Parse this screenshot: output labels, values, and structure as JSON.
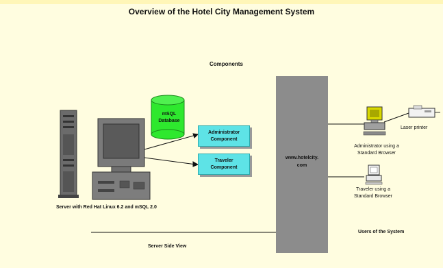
{
  "title": "Overview of the Hotel City Management System",
  "components_label": "Components",
  "database": {
    "line1": "mSQL",
    "line2": "Database"
  },
  "admin_component": {
    "line1": "Administrator",
    "line2": "Component"
  },
  "traveler_component": {
    "line1": "Traveler",
    "line2": "Component"
  },
  "site": {
    "line1": "www.hotelcity.",
    "line2": "com"
  },
  "server_caption": "Server with Red Hat Linux 6.2 and mSQL 2.0",
  "server_side_view": "Server Side View",
  "users_of_system": "Users of the System",
  "admin_user": {
    "line1": "Administrator using a",
    "line2": "Standard Browser"
  },
  "traveler_user": {
    "line1": "Traveler using a",
    "line2": "Standard Browser"
  },
  "printer_label": "Laser printer",
  "colors": {
    "background": "#fffde0",
    "database": "#2ee82e",
    "component": "#5ee3e6",
    "pillar": "#8c8c8c",
    "admin_monitor": "#d8d800"
  },
  "icons": [
    "server-tower-icon",
    "desktop-computer-icon",
    "database-icon",
    "admin-computer-icon",
    "traveler-computer-icon",
    "laser-printer-icon"
  ]
}
